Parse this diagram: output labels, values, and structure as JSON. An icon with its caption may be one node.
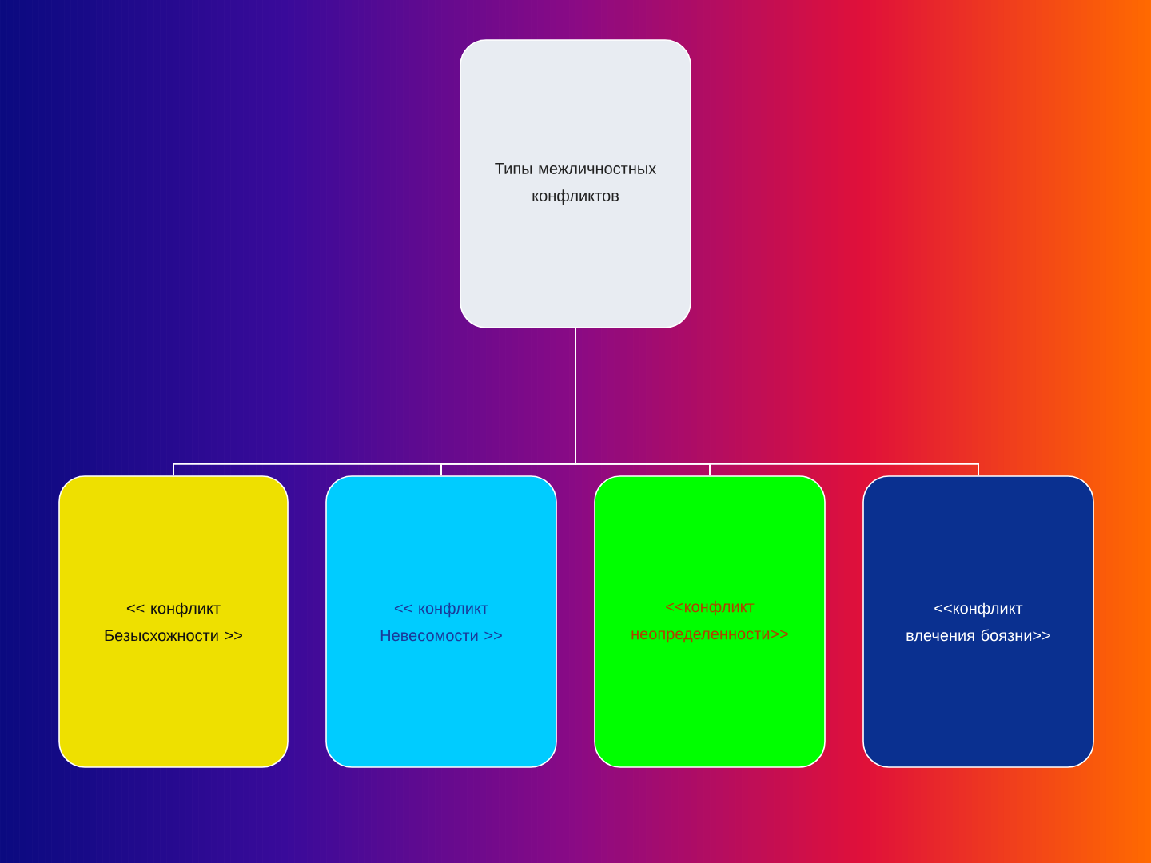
{
  "diagram": {
    "nodes": [
      {
        "text": [
          "Типы межличностных конфликтов"
        ]
      },
      {
        "text": [
          "<< конфликт Безысхожности >>"
        ]
      },
      {
        "text": [
          "<< конфликт Невесомости >>"
        ]
      },
      {
        "text": [
          "<<конфликт неопределенности>>"
        ]
      },
      {
        "text": [
          "<<конфликт влечения боязни>>"
        ]
      }
    ],
    "edges": [
      {
        "from": 0,
        "to": 1,
        "arrow": "none"
      },
      {
        "from": 0,
        "to": 2,
        "arrow": "none"
      },
      {
        "from": 0,
        "to": 3,
        "arrow": "none"
      },
      {
        "from": 0,
        "to": 4,
        "arrow": "none"
      }
    ]
  }
}
